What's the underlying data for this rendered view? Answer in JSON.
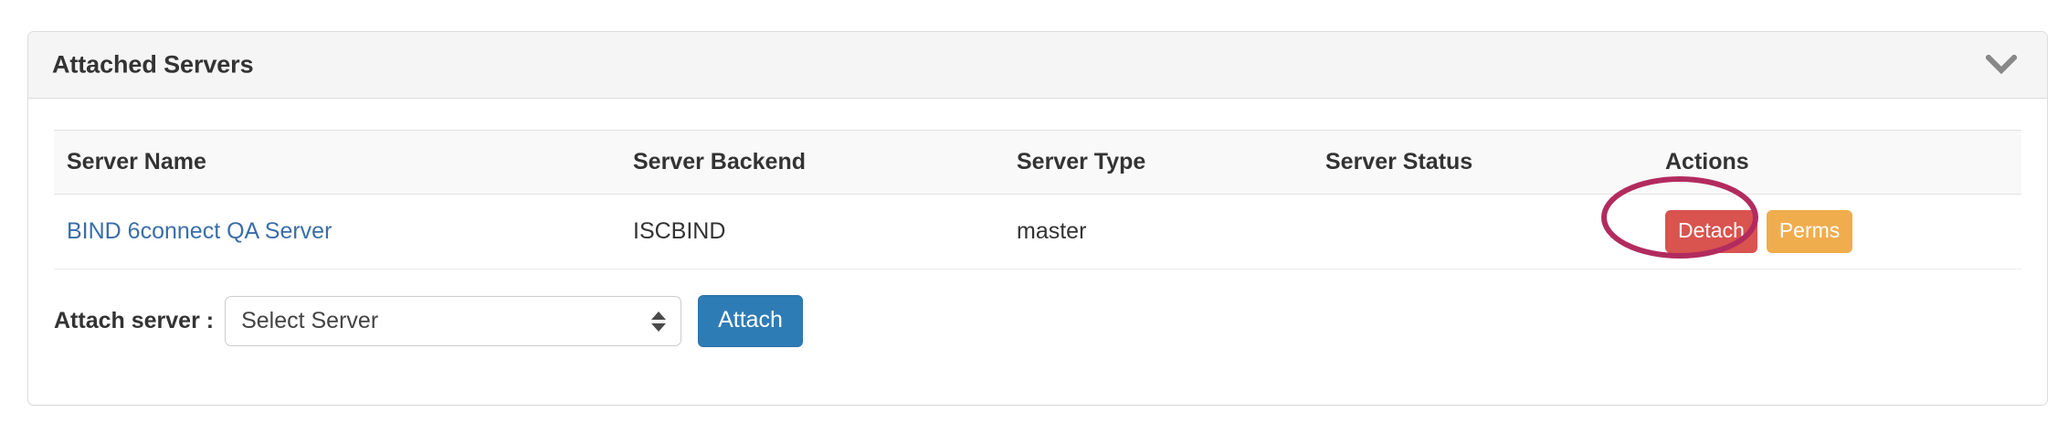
{
  "panel": {
    "title": "Attached Servers",
    "collapse_icon": "chevron-down-icon"
  },
  "table": {
    "columns": [
      "Server Name",
      "Server Backend",
      "Server Type",
      "Server Status",
      "Actions"
    ],
    "rows": [
      {
        "server_name": "BIND 6connect QA Server",
        "server_backend": "ISCBIND",
        "server_type": "master",
        "server_status": "",
        "actions": {
          "detach_label": "Detach",
          "perms_label": "Perms"
        }
      }
    ]
  },
  "attach_form": {
    "label": "Attach server :",
    "select_value": "Select Server",
    "select_placeholder": "Select Server",
    "attach_button": "Attach"
  },
  "colors": {
    "panel_border": "#dddddd",
    "panel_header_bg": "#f5f5f5",
    "table_header_bg": "#f9f9f9",
    "link": "#3a6ea8",
    "detach_red": "#d9534f",
    "perms_orange": "#f0ad4e",
    "attach_blue": "#2e7cb5",
    "annotation_crimson": "#b22b5e",
    "text": "#333333"
  }
}
